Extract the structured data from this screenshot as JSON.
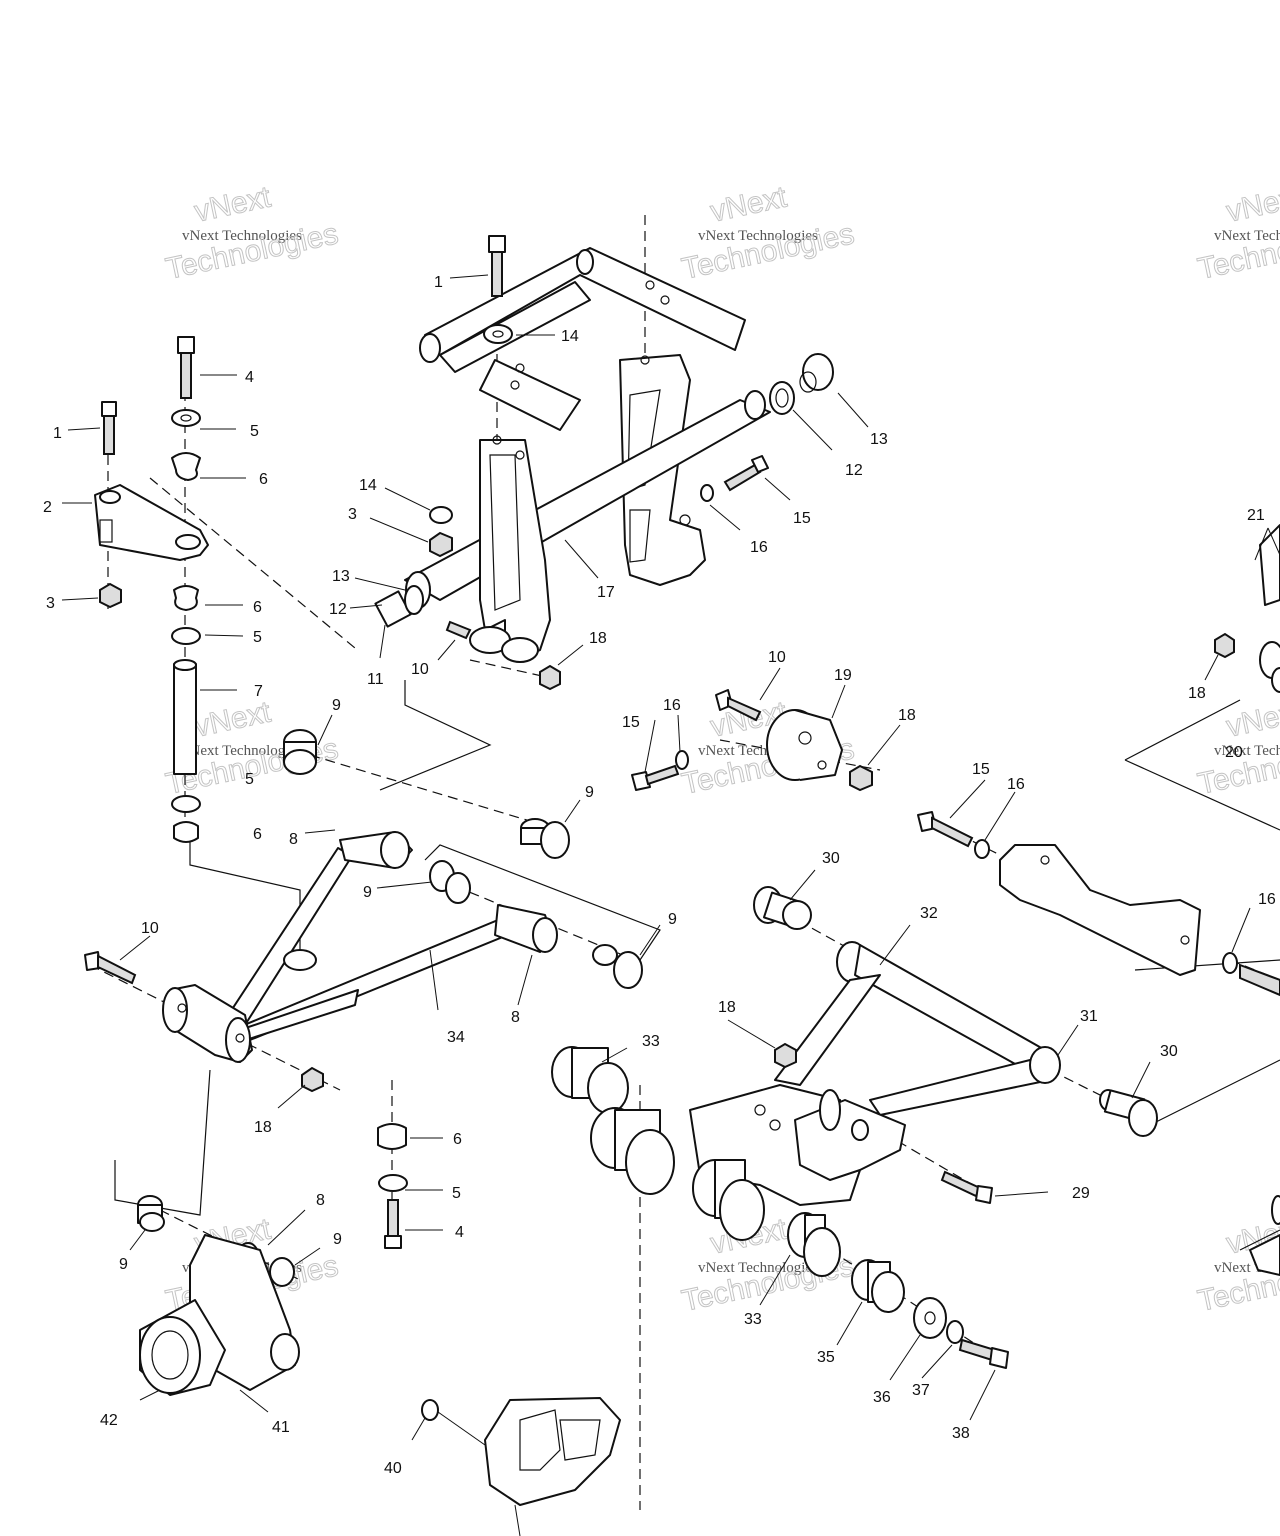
{
  "watermark": {
    "line1": "vNext Technologies",
    "line2": "vNext",
    "line3": "Technologies"
  },
  "callouts": [
    {
      "id": "c1a",
      "label": "1"
    },
    {
      "id": "c1b",
      "label": "1"
    },
    {
      "id": "c2",
      "label": "2"
    },
    {
      "id": "c3a",
      "label": "3"
    },
    {
      "id": "c3b",
      "label": "3"
    },
    {
      "id": "c4a",
      "label": "4"
    },
    {
      "id": "c4b",
      "label": "4"
    },
    {
      "id": "c5a",
      "label": "5"
    },
    {
      "id": "c5b",
      "label": "5"
    },
    {
      "id": "c5c",
      "label": "5"
    },
    {
      "id": "c5d",
      "label": "5"
    },
    {
      "id": "c6a",
      "label": "6"
    },
    {
      "id": "c6b",
      "label": "6"
    },
    {
      "id": "c6c",
      "label": "6"
    },
    {
      "id": "c6d",
      "label": "6"
    },
    {
      "id": "c7",
      "label": "7"
    },
    {
      "id": "c8a",
      "label": "8"
    },
    {
      "id": "c8b",
      "label": "8"
    },
    {
      "id": "c8c",
      "label": "8"
    },
    {
      "id": "c9a",
      "label": "9"
    },
    {
      "id": "c9b",
      "label": "9"
    },
    {
      "id": "c9c",
      "label": "9"
    },
    {
      "id": "c9d",
      "label": "9"
    },
    {
      "id": "c9e",
      "label": "9"
    },
    {
      "id": "c9f",
      "label": "9"
    },
    {
      "id": "c10a",
      "label": "10"
    },
    {
      "id": "c10b",
      "label": "10"
    },
    {
      "id": "c10c",
      "label": "10"
    },
    {
      "id": "c11",
      "label": "11"
    },
    {
      "id": "c12a",
      "label": "12"
    },
    {
      "id": "c12b",
      "label": "12"
    },
    {
      "id": "c13a",
      "label": "13"
    },
    {
      "id": "c13b",
      "label": "13"
    },
    {
      "id": "c14a",
      "label": "14"
    },
    {
      "id": "c14b",
      "label": "14"
    },
    {
      "id": "c15a",
      "label": "15"
    },
    {
      "id": "c15b",
      "label": "15"
    },
    {
      "id": "c15c",
      "label": "15"
    },
    {
      "id": "c16a",
      "label": "16"
    },
    {
      "id": "c16b",
      "label": "16"
    },
    {
      "id": "c16c",
      "label": "16"
    },
    {
      "id": "c16d",
      "label": "16"
    },
    {
      "id": "c17",
      "label": "17"
    },
    {
      "id": "c18a",
      "label": "18"
    },
    {
      "id": "c18b",
      "label": "18"
    },
    {
      "id": "c18c",
      "label": "18"
    },
    {
      "id": "c18d",
      "label": "18"
    },
    {
      "id": "c18e",
      "label": "18"
    },
    {
      "id": "c19",
      "label": "19"
    },
    {
      "id": "c20",
      "label": "20"
    },
    {
      "id": "c21",
      "label": "21"
    },
    {
      "id": "c29",
      "label": "29"
    },
    {
      "id": "c30a",
      "label": "30"
    },
    {
      "id": "c30b",
      "label": "30"
    },
    {
      "id": "c31",
      "label": "31"
    },
    {
      "id": "c32",
      "label": "32"
    },
    {
      "id": "c33a",
      "label": "33"
    },
    {
      "id": "c33b",
      "label": "33"
    },
    {
      "id": "c34",
      "label": "34"
    },
    {
      "id": "c35",
      "label": "35"
    },
    {
      "id": "c36",
      "label": "36"
    },
    {
      "id": "c37",
      "label": "37"
    },
    {
      "id": "c38",
      "label": "38"
    },
    {
      "id": "c40",
      "label": "40"
    },
    {
      "id": "c41",
      "label": "41"
    },
    {
      "id": "c42",
      "label": "42"
    }
  ]
}
